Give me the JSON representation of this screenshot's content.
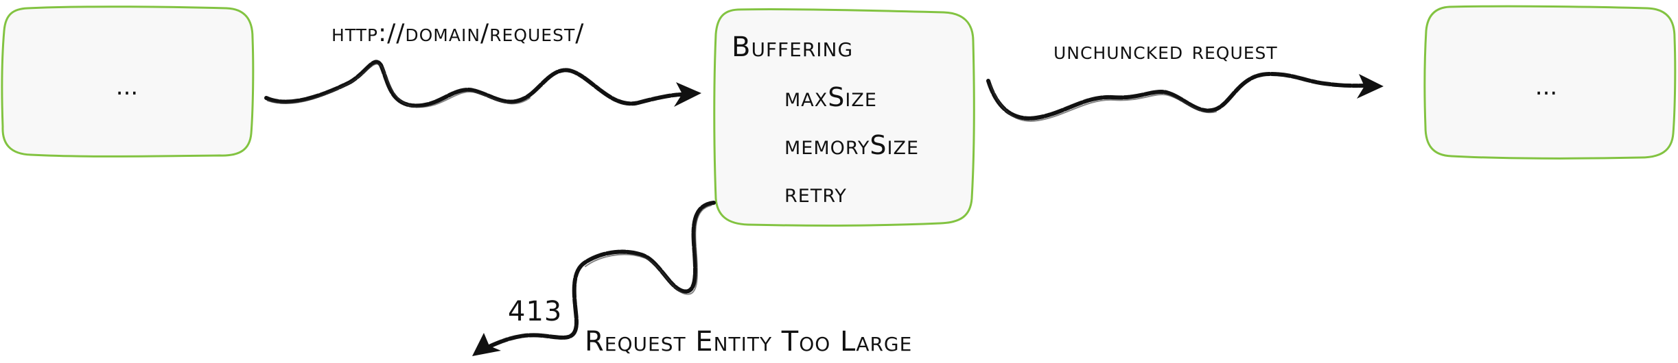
{
  "nodes": {
    "left": {
      "label": "..."
    },
    "buffering": {
      "title": "Buffering",
      "options": [
        "maxSize",
        "memorySize",
        "retry"
      ]
    },
    "right": {
      "label": "..."
    }
  },
  "edges": {
    "incoming": {
      "label": "http://domain/request/"
    },
    "outgoing": {
      "label": "unchuncked request"
    },
    "error": {
      "code": "413",
      "label": "Request Entity Too Large"
    }
  },
  "colors": {
    "box_border": "#82c341",
    "box_fill": "#f8f8f8",
    "ink": "#111111"
  }
}
